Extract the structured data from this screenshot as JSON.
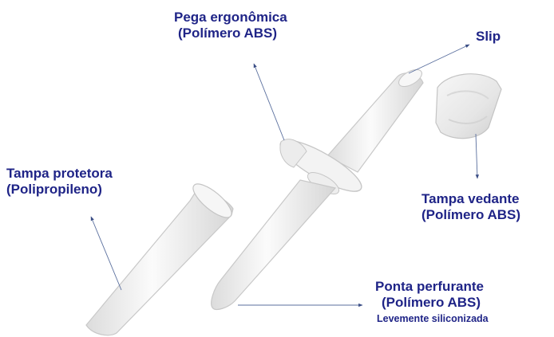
{
  "labels": {
    "pega": {
      "line1": "Pega ergonômica",
      "line2": "(Polímero ABS)"
    },
    "slip": {
      "line1": "Slip"
    },
    "tampa_protetora": {
      "line1": "Tampa protetora",
      "line2": "(Polipropileno)"
    },
    "tampa_vedante": {
      "line1": "Tampa vedante",
      "line2": "(Polímero ABS)"
    },
    "ponta": {
      "line1": "Ponta perfurante",
      "line2": "(Polímero ABS)",
      "note": "Levemente siliconizada"
    }
  },
  "colors": {
    "label_text": "#1f2487",
    "leader_line": "#5a6f9e",
    "plastic_fill": "#f4f4f4",
    "plastic_edge": "#c9c9c9",
    "cap_fill": "#ececec"
  }
}
